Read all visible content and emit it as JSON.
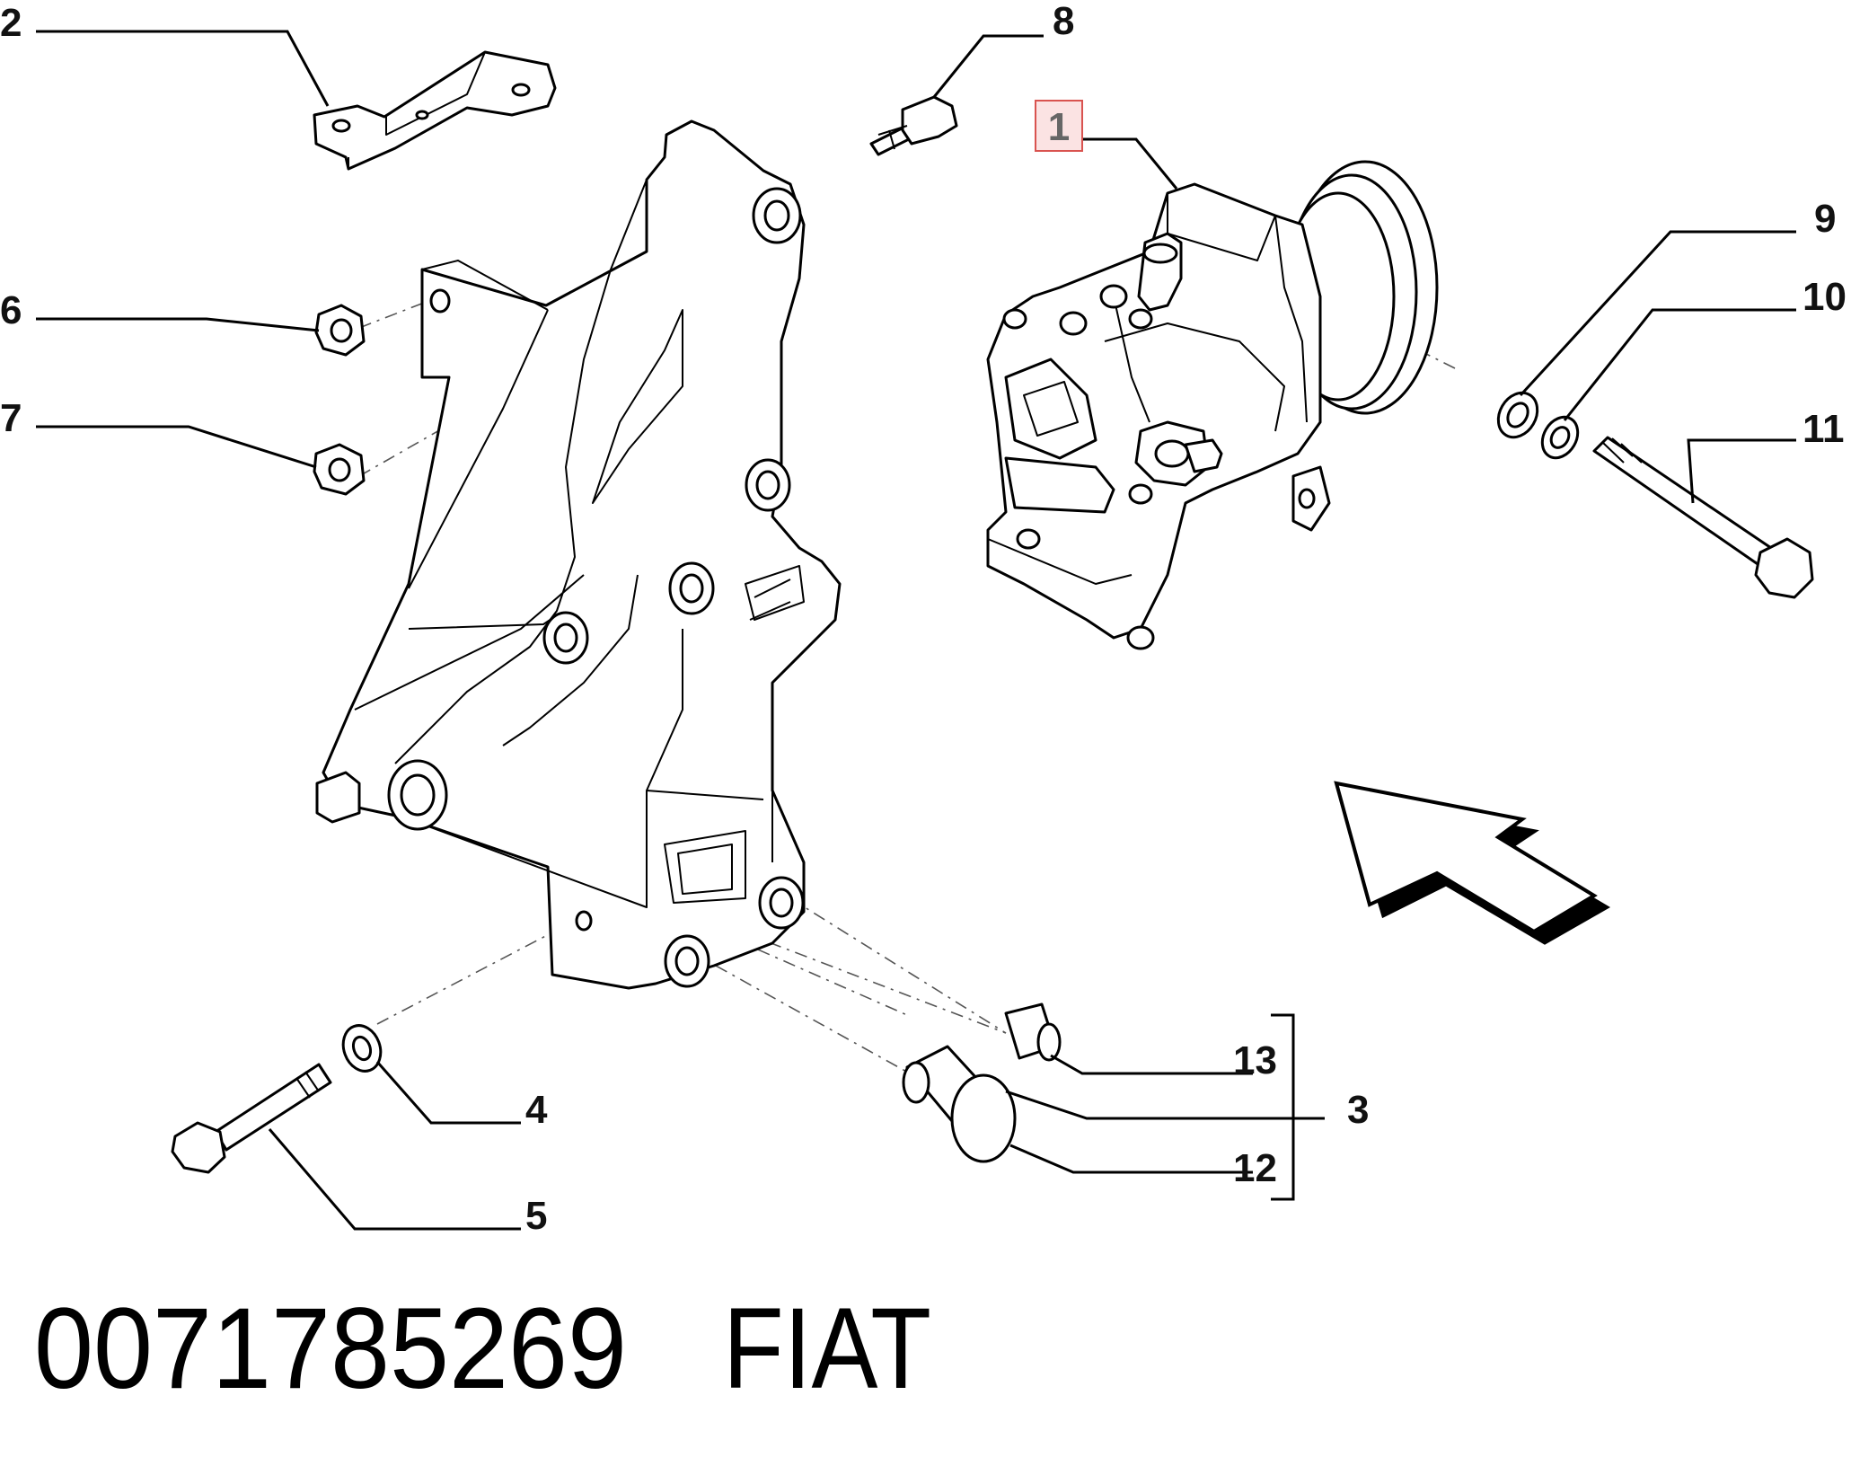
{
  "diagram": {
    "callouts": [
      {
        "id": "c1",
        "label": "1",
        "highlighted": true
      },
      {
        "id": "c2",
        "label": "2"
      },
      {
        "id": "c3",
        "label": "3"
      },
      {
        "id": "c4",
        "label": "4"
      },
      {
        "id": "c5",
        "label": "5"
      },
      {
        "id": "c6",
        "label": "6"
      },
      {
        "id": "c7",
        "label": "7"
      },
      {
        "id": "c8",
        "label": "8"
      },
      {
        "id": "c9",
        "label": "9"
      },
      {
        "id": "c10",
        "label": "10"
      },
      {
        "id": "c11",
        "label": "11"
      },
      {
        "id": "c12",
        "label": "12"
      },
      {
        "id": "c13",
        "label": "13"
      }
    ],
    "highlight_color": "#d9534f",
    "highlight_fill": "#fbe3e3"
  },
  "footer": {
    "part_number": "0071785269",
    "brand": "FIAT"
  }
}
